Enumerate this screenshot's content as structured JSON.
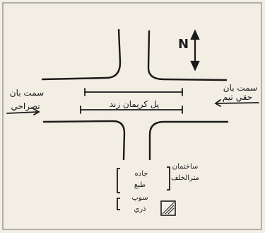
{
  "diagram": {
    "colors": {
      "paper": "#f2eee4",
      "ink": "#1a1a1a",
      "border": "#9a9a9a"
    },
    "north_label": "N",
    "center_road_label": "پل کریمان زند",
    "left_road_label_line1": "سمت بان",
    "left_road_label_line2": "تصراحي",
    "right_road_label_line1": "سمت بان",
    "right_road_label_line2": "حقي تيم",
    "bottom_left_label_line1": "جاده",
    "bottom_left_label_line2": "طبع",
    "bottom_left_label_line3": "سوپ",
    "bottom_left_label_line4": "ذري",
    "bottom_right_label_line1": "ساختمان",
    "bottom_right_label_line2": "مترالخلف"
  }
}
